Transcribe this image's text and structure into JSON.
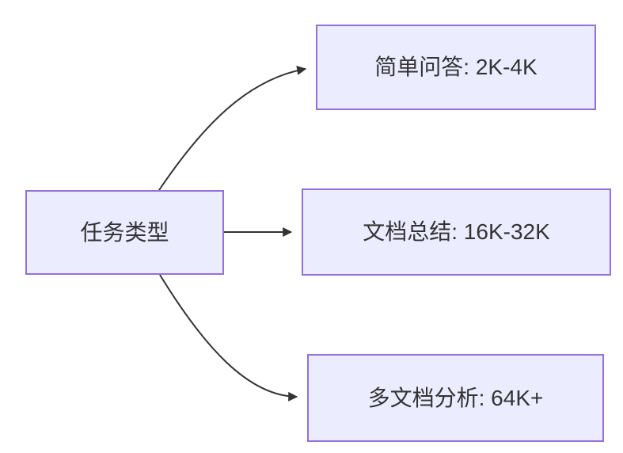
{
  "diagram": {
    "type": "flowchart",
    "root": {
      "label": "任务类型"
    },
    "children": [
      {
        "label": "简单问答: 2K-4K"
      },
      {
        "label": "文档总结: 16K-32K"
      },
      {
        "label": "多文档分析: 64K+"
      }
    ],
    "edges": [
      {
        "from": "任务类型",
        "to": "简单问答: 2K-4K"
      },
      {
        "from": "任务类型",
        "to": "文档总结: 16K-32K"
      },
      {
        "from": "任务类型",
        "to": "多文档分析: 64K+"
      }
    ],
    "colors": {
      "node_fill": "#ECECFF",
      "node_border": "#9370DB",
      "text": "#333333",
      "edge": "#333333"
    }
  }
}
